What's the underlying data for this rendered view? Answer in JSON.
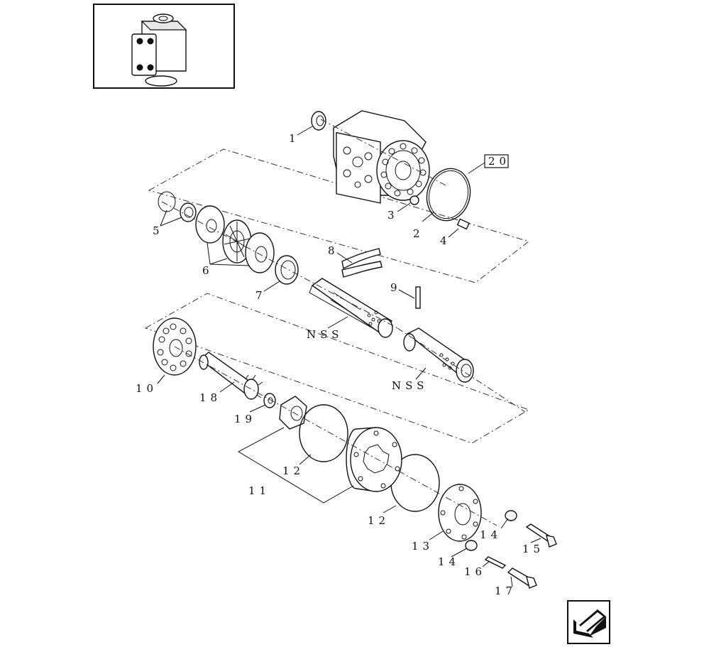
{
  "diagram": {
    "callouts": {
      "p1": "1",
      "p2": "2",
      "p3": "3",
      "p4": "4",
      "p5": "5",
      "p6": "6",
      "p7": "7",
      "p8": "8",
      "p9": "9",
      "p10": "10",
      "p11": "11",
      "p12a": "12",
      "p12b": "12",
      "p13": "13",
      "p14a": "14",
      "p14b": "14",
      "p15": "15",
      "p16": "16",
      "p17": "17",
      "p18": "18",
      "p19": "19",
      "p20": "20",
      "nss1": "NSS",
      "nss2": "NSS"
    },
    "icons": {
      "thumbnail": "assembly-thumbnail-icon",
      "nav": "return-arrow-icon"
    }
  }
}
